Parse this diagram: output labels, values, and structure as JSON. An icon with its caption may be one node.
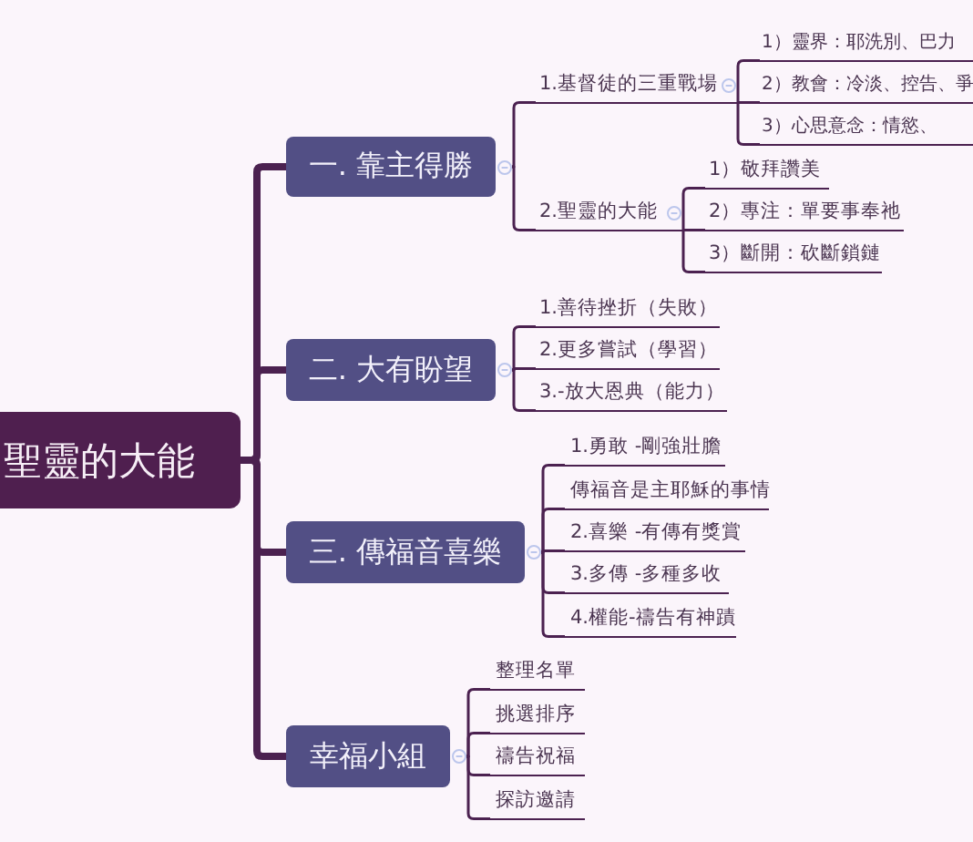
{
  "diagram": {
    "nodes": [
      {
        "text": [
          "聖靈的大能"
        ]
      },
      {
        "text": [
          "一. 靠主得勝"
        ]
      },
      {
        "text": [
          "1.基督徒的三重戰場"
        ]
      },
      {
        "text": [
          "1）靈界：耶洗別、巴力"
        ]
      },
      {
        "text": [
          "2）教會：冷淡、控告、爭"
        ]
      },
      {
        "text": [
          "3）心思意念：情慾、"
        ]
      },
      {
        "text": [
          "2.聖靈的大能"
        ]
      },
      {
        "text": [
          "1）敬拜讚美"
        ]
      },
      {
        "text": [
          "2）專注：單要事奉祂"
        ]
      },
      {
        "text": [
          "3）斷開：砍斷鎖鏈"
        ]
      },
      {
        "text": [
          "二. 大有盼望"
        ]
      },
      {
        "text": [
          "1.善待挫折（失敗）"
        ]
      },
      {
        "text": [
          "2.更多嘗試（學習）"
        ]
      },
      {
        "text": [
          "3.-放大恩典（能力）"
        ]
      },
      {
        "text": [
          "三. 傳福音喜樂"
        ]
      },
      {
        "text": [
          "1.勇敢 -剛強壯膽"
        ]
      },
      {
        "text": [
          "傳福音是主耶穌的事情"
        ]
      },
      {
        "text": [
          "2.喜樂 -有傳有獎賞"
        ]
      },
      {
        "text": [
          "3.多傳 -多種多收"
        ]
      },
      {
        "text": [
          "4.權能-禱告有神蹟"
        ]
      },
      {
        "text": [
          "幸福小組"
        ]
      },
      {
        "text": [
          "整理名單"
        ]
      },
      {
        "text": [
          "挑選排序"
        ]
      },
      {
        "text": [
          "禱告祝福"
        ]
      },
      {
        "text": [
          "探訪邀請"
        ]
      }
    ],
    "edges": [
      {
        "from": 0,
        "to": 1,
        "arrow": "none",
        "style": "thick"
      },
      {
        "from": 0,
        "to": 10,
        "arrow": "none",
        "style": "thick"
      },
      {
        "from": 0,
        "to": 14,
        "arrow": "none",
        "style": "thick"
      },
      {
        "from": 0,
        "to": 20,
        "arrow": "none",
        "style": "thick"
      },
      {
        "from": 1,
        "to": 2,
        "arrow": "none"
      },
      {
        "from": 1,
        "to": 6,
        "arrow": "none"
      },
      {
        "from": 2,
        "to": 3,
        "arrow": "none"
      },
      {
        "from": 2,
        "to": 4,
        "arrow": "none"
      },
      {
        "from": 2,
        "to": 5,
        "arrow": "none"
      },
      {
        "from": 6,
        "to": 7,
        "arrow": "none"
      },
      {
        "from": 6,
        "to": 8,
        "arrow": "none"
      },
      {
        "from": 6,
        "to": 9,
        "arrow": "none"
      },
      {
        "from": 10,
        "to": 11,
        "arrow": "none"
      },
      {
        "from": 10,
        "to": 12,
        "arrow": "none"
      },
      {
        "from": 10,
        "to": 13,
        "arrow": "none"
      },
      {
        "from": 14,
        "to": 15,
        "arrow": "none"
      },
      {
        "from": 14,
        "to": 16,
        "arrow": "none"
      },
      {
        "from": 14,
        "to": 17,
        "arrow": "none"
      },
      {
        "from": 14,
        "to": 18,
        "arrow": "none"
      },
      {
        "from": 14,
        "to": 19,
        "arrow": "none"
      },
      {
        "from": 20,
        "to": 21,
        "arrow": "none"
      },
      {
        "from": 20,
        "to": 22,
        "arrow": "none"
      },
      {
        "from": 20,
        "to": 23,
        "arrow": "none"
      },
      {
        "from": 20,
        "to": 24,
        "arrow": "none"
      }
    ]
  }
}
